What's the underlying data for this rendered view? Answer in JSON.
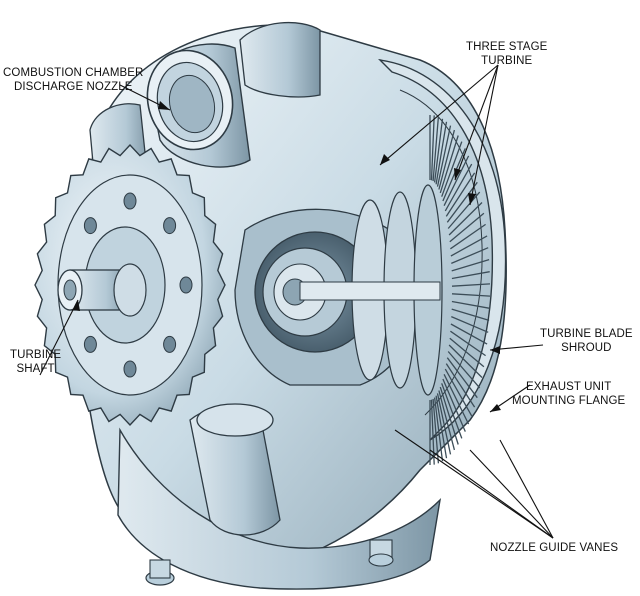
{
  "labels": {
    "combustion_nozzle": [
      "COMBUSTION CHAMBER",
      "DISCHARGE NOZZLE"
    ],
    "three_stage_turbine": [
      "THREE STAGE",
      "TURBINE"
    ],
    "turbine_shaft": [
      "TURBINE",
      "SHAFT"
    ],
    "turbine_blade_shroud": [
      "TURBINE BLADE",
      "SHROUD"
    ],
    "exhaust_flange": [
      "EXHAUST UNIT",
      "MOUNTING FLANGE"
    ],
    "nozzle_guide_vanes": [
      "NOZZLE GUIDE VANES"
    ]
  },
  "colors": {
    "metal_light": "#e9f1f6",
    "metal_mid": "#b9cfdc",
    "metal_dark": "#6f8898",
    "outline": "#2e3b44"
  }
}
